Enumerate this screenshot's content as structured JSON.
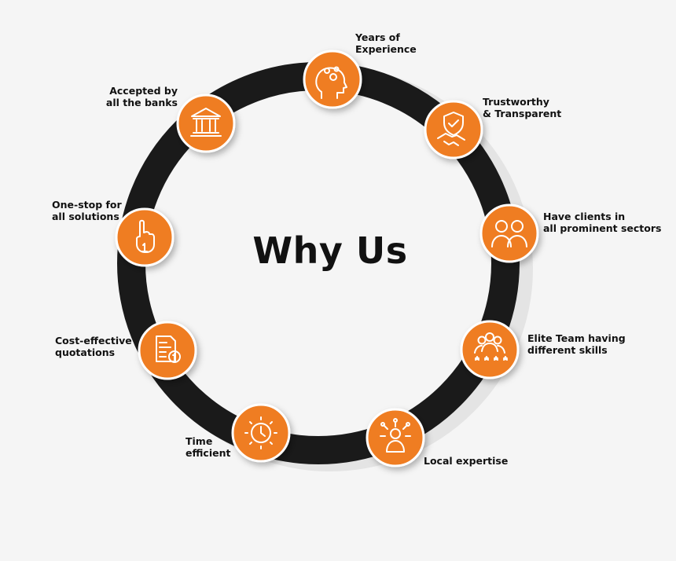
{
  "title": "Why Us",
  "colors": {
    "ring": "#1a1a1a",
    "accent": "#ef7d22",
    "node_border": "#ffffff",
    "background": "#f5f5f5",
    "text": "#111111"
  },
  "items": [
    {
      "id": "years",
      "label": "Years of\nExperience",
      "icon": "head-gears-icon"
    },
    {
      "id": "trust",
      "label": "Trustworthy\n& Transparent",
      "icon": "shield-handshake-icon"
    },
    {
      "id": "clients",
      "label": "Have clients in\nall prominent sectors",
      "icon": "clients-group-icon"
    },
    {
      "id": "team",
      "label": "Elite Team having\ndifferent skills",
      "icon": "team-stars-icon"
    },
    {
      "id": "local",
      "label": "Local expertise",
      "icon": "local-expert-icon"
    },
    {
      "id": "time",
      "label": "Time\nefficient",
      "icon": "gear-clock-icon"
    },
    {
      "id": "cost",
      "label": "Cost-effective\nquotations",
      "icon": "quotation-document-icon"
    },
    {
      "id": "onestop",
      "label": "One-stop for\nall solutions",
      "icon": "finger-one-icon"
    },
    {
      "id": "banks",
      "label": "Accepted by\nall the banks",
      "icon": "bank-icon"
    }
  ]
}
